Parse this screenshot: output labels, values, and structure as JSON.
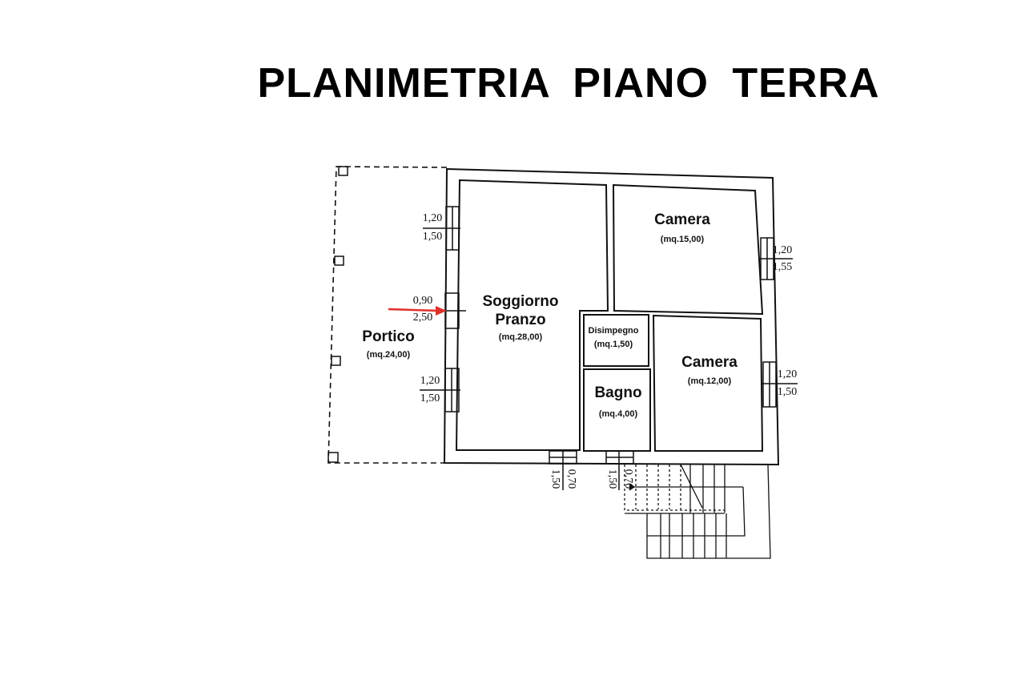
{
  "title": "PLANIMETRIA  PIANO  TERRA",
  "rooms": {
    "portico": {
      "name": "Portico",
      "area": "(mq.24,00)"
    },
    "soggiorno": {
      "name1": "Soggiorno",
      "name2": "Pranzo",
      "area": "(mq.28,00)"
    },
    "camera1": {
      "name": "Camera",
      "area": "(mq.15,00)"
    },
    "disimpegno": {
      "name": "Disimpegno",
      "area": "(mq.1,50)"
    },
    "bagno": {
      "name": "Bagno",
      "area": "(mq.4,00)"
    },
    "camera2": {
      "name": "Camera",
      "area": "(mq.12,00)"
    }
  },
  "openings": {
    "left_top": {
      "w": "1,20",
      "h": "1,50"
    },
    "left_door": {
      "w": "0,90",
      "h": "2,50"
    },
    "left_bottom": {
      "w": "1,20",
      "h": "1,50"
    },
    "right_top": {
      "w": "1,20",
      "h": "1,55"
    },
    "right_bottom": {
      "w": "1,20",
      "h": "1,50"
    },
    "bottom_left": {
      "h": "1,50",
      "w": "0,70"
    },
    "bottom_right": {
      "h": "1,50",
      "w": "0,70"
    }
  },
  "colors": {
    "arrow": "#e0302a",
    "line": "#111111"
  }
}
